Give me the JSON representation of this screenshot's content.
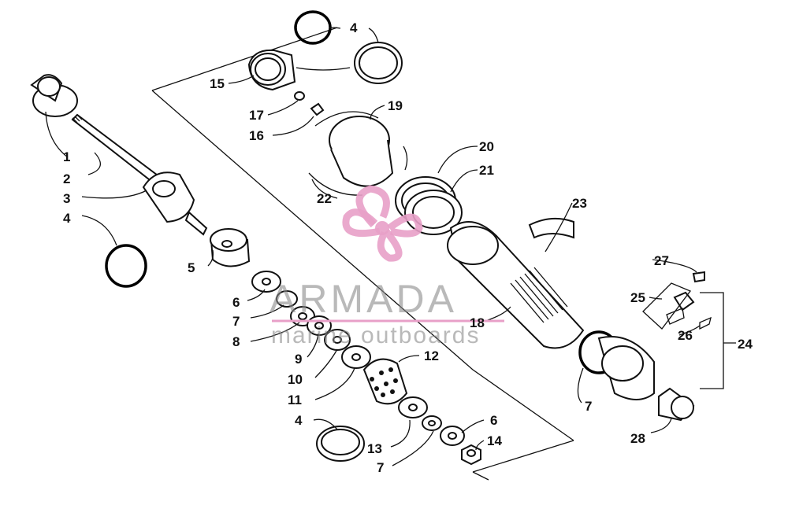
{
  "callouts": [
    "1",
    "2",
    "3",
    "4",
    "5",
    "6",
    "7",
    "8",
    "9",
    "10",
    "11",
    "12",
    "13",
    "14",
    "15",
    "16",
    "17",
    "18",
    "19",
    "20",
    "21",
    "22",
    "23",
    "24",
    "25",
    "26",
    "27",
    "28"
  ],
  "watermark": {
    "title": "ARMADA",
    "subtitle": "marine outboards",
    "logo": "propeller-logo",
    "color": "#e8a0c8"
  }
}
